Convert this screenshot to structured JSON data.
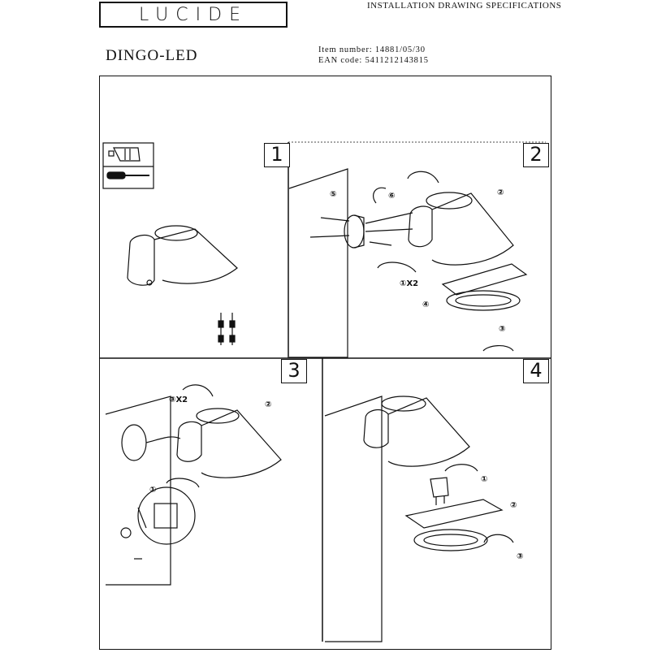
{
  "header": {
    "brand": "LUCIDE",
    "doc_title": "INSTALLATION DRAWING SPECIFICATIONS",
    "product_name": "DINGO-LED",
    "item_number": "Item number: 14881/05/30",
    "ean_code": "EAN code: 5411212143815"
  },
  "steps": [
    {
      "number": "1"
    },
    {
      "number": "2",
      "callouts": [
        "⑤",
        "⑥",
        "②",
        "①X2",
        "④",
        "③"
      ]
    },
    {
      "number": "3",
      "callouts": [
        "③X2",
        "②",
        "①"
      ]
    },
    {
      "number": "4",
      "callouts": [
        "①",
        "②",
        "③"
      ]
    }
  ],
  "icon_names": [
    "gu10-bulb-icon",
    "screwdriver-icon",
    "wall-lamp-icon",
    "screw-icon",
    "arrow-icon"
  ]
}
